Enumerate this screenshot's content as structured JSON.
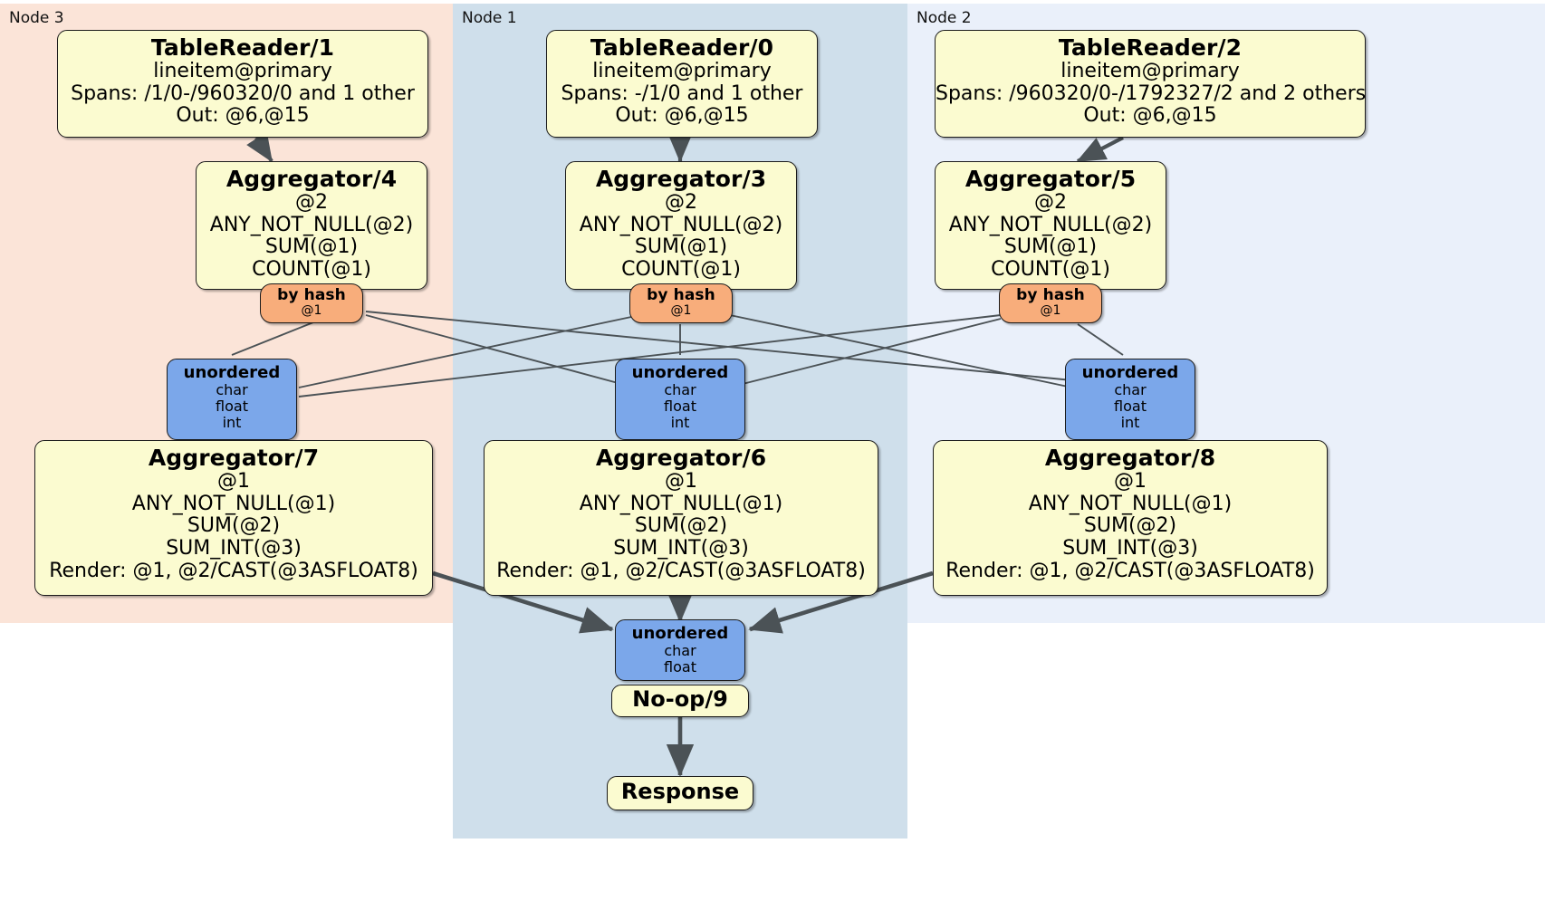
{
  "diagram": {
    "kind": "distsql-physical-plan",
    "colors": {
      "processor_fill": "#fbfbd0",
      "router_fill": "#f8ad7b",
      "sync_fill": "#7ba7ea",
      "node3_bg": "#fbe4d8",
      "node1_bg": "#cfdfeb",
      "node2_bg": "#eaf0fa",
      "edge": "#4b5256",
      "border": "#1b1b1b"
    }
  },
  "swimlanes": [
    {
      "label": "Node 3"
    },
    {
      "label": "Node 1"
    },
    {
      "label": "Node 2"
    }
  ],
  "readers": [
    {
      "title": "TableReader/1",
      "table": "lineitem@primary",
      "spans": "Spans: /1/0-/960320/0 and 1 other",
      "out": "Out: @6,@15"
    },
    {
      "title": "TableReader/0",
      "table": "lineitem@primary",
      "spans": "Spans: -/1/0 and 1 other",
      "out": "Out: @6,@15"
    },
    {
      "title": "TableReader/2",
      "table": "lineitem@primary",
      "spans": "Spans: /960320/0-/1792327/2 and 2 others",
      "out": "Out: @6,@15"
    }
  ],
  "local_aggregators": [
    {
      "title": "Aggregator/4",
      "group": "@2",
      "agg1": "ANY_NOT_NULL(@2)",
      "agg2": "SUM(@1)",
      "agg3": "COUNT(@1)"
    },
    {
      "title": "Aggregator/3",
      "group": "@2",
      "agg1": "ANY_NOT_NULL(@2)",
      "agg2": "SUM(@1)",
      "agg3": "COUNT(@1)"
    },
    {
      "title": "Aggregator/5",
      "group": "@2",
      "agg1": "ANY_NOT_NULL(@2)",
      "agg2": "SUM(@1)",
      "agg3": "COUNT(@1)"
    }
  ],
  "routers": [
    {
      "title": "by hash",
      "column": "@1"
    },
    {
      "title": "by hash",
      "column": "@1"
    },
    {
      "title": "by hash",
      "column": "@1"
    }
  ],
  "syncs": [
    {
      "title": "unordered",
      "t1": "char",
      "t2": "float",
      "t3": "int"
    },
    {
      "title": "unordered",
      "t1": "char",
      "t2": "float",
      "t3": "int"
    },
    {
      "title": "unordered",
      "t1": "char",
      "t2": "float",
      "t3": "int"
    }
  ],
  "final_aggregators": [
    {
      "title": "Aggregator/7",
      "group": "@1",
      "agg1": "ANY_NOT_NULL(@1)",
      "agg2": "SUM(@2)",
      "agg3": "SUM_INT(@3)",
      "render": "Render: @1, @2/CAST(@3ASFLOAT8)"
    },
    {
      "title": "Aggregator/6",
      "group": "@1",
      "agg1": "ANY_NOT_NULL(@1)",
      "agg2": "SUM(@2)",
      "agg3": "SUM_INT(@3)",
      "render": "Render: @1, @2/CAST(@3ASFLOAT8)"
    },
    {
      "title": "Aggregator/8",
      "group": "@1",
      "agg1": "ANY_NOT_NULL(@1)",
      "agg2": "SUM(@2)",
      "agg3": "SUM_INT(@3)",
      "render": "Render: @1, @2/CAST(@3ASFLOAT8)"
    }
  ],
  "final_sync": {
    "title": "unordered",
    "t1": "char",
    "t2": "float"
  },
  "noop": {
    "title": "No-op/9"
  },
  "response": {
    "title": "Response"
  }
}
